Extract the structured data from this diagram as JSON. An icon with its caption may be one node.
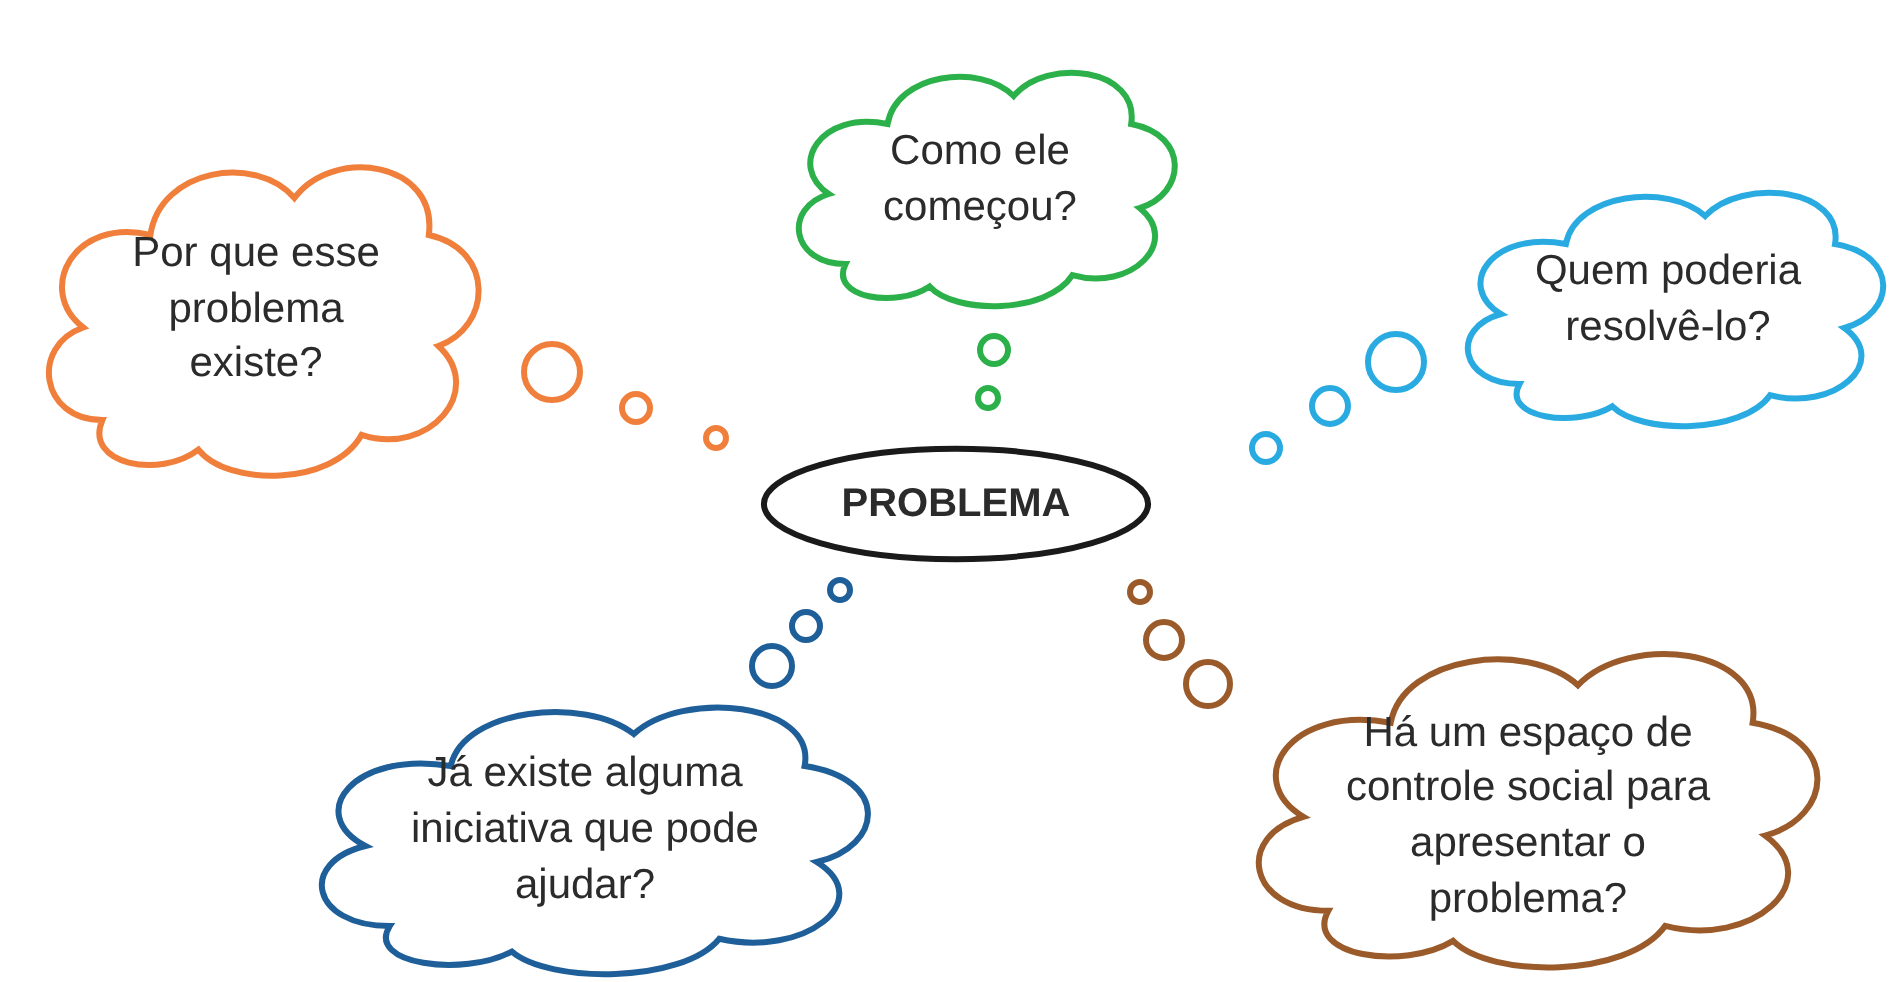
{
  "diagram": {
    "nodes": [
      {
        "text": [
          "Como ele começou?"
        ]
      },
      {
        "text": [
          "Por que esse problema existe?"
        ]
      },
      {
        "text": [
          "Quem poderia resolvê-lo?"
        ]
      },
      {
        "text": [
          "PROBLEMA"
        ]
      },
      {
        "text": [
          "Há um espaço de controle social para apresentar o problema?"
        ]
      },
      {
        "text": [
          "Já existe alguma iniciativa que pode ajudar?"
        ]
      }
    ]
  }
}
